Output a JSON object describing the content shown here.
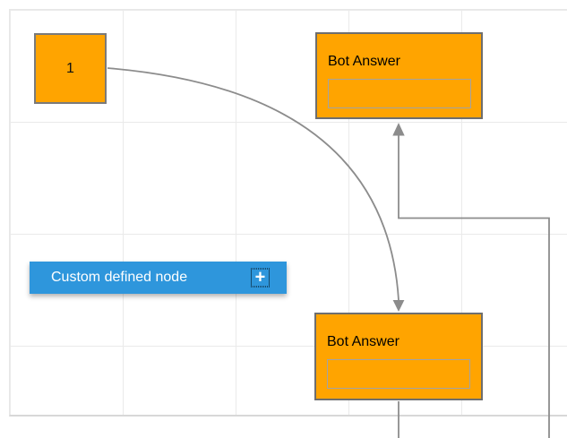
{
  "canvas": {
    "name": "diagram-canvas",
    "grid_cell_width": 126,
    "grid_cell_height": 125
  },
  "nodes": {
    "start": {
      "label": "1"
    },
    "bot_answer_top": {
      "title": "Bot Answer",
      "input_value": "",
      "input_placeholder": ""
    },
    "bot_answer_bottom": {
      "title": "Bot Answer",
      "input_value": "",
      "input_placeholder": ""
    },
    "custom_defined": {
      "label": "Custom defined node",
      "plus_icon": "+"
    }
  },
  "connectors": [
    {
      "name": "curved-connector",
      "from": "start",
      "to": "bot_answer_bottom",
      "style": "bezier",
      "arrow": "target"
    },
    {
      "name": "orthogonal-connector",
      "from": "bot_answer_bottom",
      "to": "bot_answer_top",
      "style": "orthogonal",
      "arrow": "target"
    }
  ],
  "colors": {
    "node_orange": "#FFA400",
    "node_blue": "#2E96DC",
    "node_border": "#6E6E6E",
    "inner_box_border": "#A3A3A3",
    "connector_gray": "#8C8C8C",
    "grid_line": "#EAEAEA",
    "canvas_border": "#D8D8D8"
  }
}
